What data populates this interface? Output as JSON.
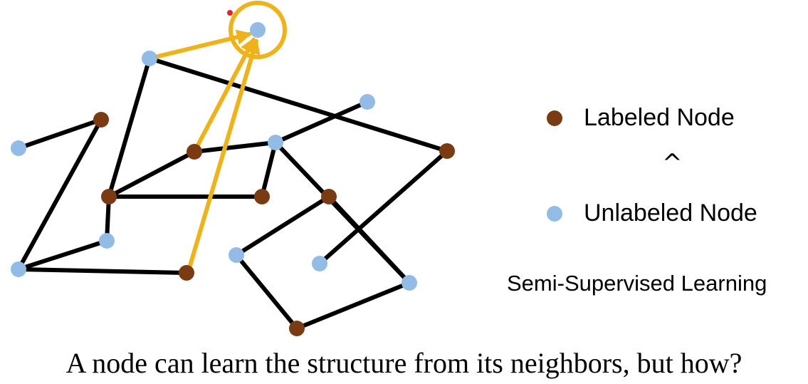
{
  "colors": {
    "labeled": "#7a3a12",
    "unlabeled": "#92bbe6",
    "edge": "#000000",
    "highlight": "#f0b219",
    "cursor": "#e0242c"
  },
  "legend": {
    "labeled_label": "Labeled Node",
    "separator": "^",
    "unlabeled_label": "Unlabeled Node",
    "subtitle": "Semi-Supervised Learning"
  },
  "caption": "A node can learn the structure from its neighbors, but how?",
  "graph": {
    "target_node": "n0",
    "nodes": [
      {
        "id": "n0",
        "type": "unlabeled"
      },
      {
        "id": "n1",
        "type": "unlabeled"
      },
      {
        "id": "n2",
        "type": "labeled"
      },
      {
        "id": "n3",
        "type": "unlabeled"
      },
      {
        "id": "n4",
        "type": "unlabeled"
      },
      {
        "id": "n5",
        "type": "labeled"
      },
      {
        "id": "n6",
        "type": "unlabeled"
      },
      {
        "id": "n7",
        "type": "labeled"
      },
      {
        "id": "n8",
        "type": "labeled"
      },
      {
        "id": "n9",
        "type": "labeled"
      },
      {
        "id": "n10",
        "type": "labeled"
      },
      {
        "id": "n11",
        "type": "unlabeled"
      },
      {
        "id": "n12",
        "type": "labeled"
      },
      {
        "id": "n13",
        "type": "labeled"
      },
      {
        "id": "n14",
        "type": "unlabeled"
      },
      {
        "id": "n15",
        "type": "unlabeled"
      },
      {
        "id": "n16",
        "type": "unlabeled"
      },
      {
        "id": "n17",
        "type": "labeled"
      }
    ],
    "edges": [
      [
        "n1",
        "n8"
      ],
      [
        "n1",
        "n7"
      ],
      [
        "n2",
        "n3"
      ],
      [
        "n2",
        "n12"
      ],
      [
        "n8",
        "n5"
      ],
      [
        "n8",
        "n9"
      ],
      [
        "n5",
        "n6"
      ],
      [
        "n6",
        "n4"
      ],
      [
        "n6",
        "n10"
      ],
      [
        "n8",
        "n11"
      ],
      [
        "n11",
        "n12"
      ],
      [
        "n12",
        "n13"
      ],
      [
        "n10",
        "n15"
      ],
      [
        "n10",
        "n16"
      ],
      [
        "n7",
        "n15"
      ],
      [
        "n14",
        "n17"
      ],
      [
        "n17",
        "n16"
      ],
      [
        "n14",
        "n10"
      ]
    ],
    "message_arrows": [
      [
        "n1",
        "n0"
      ],
      [
        "n5",
        "n0"
      ],
      [
        "n13",
        "n0"
      ]
    ]
  }
}
